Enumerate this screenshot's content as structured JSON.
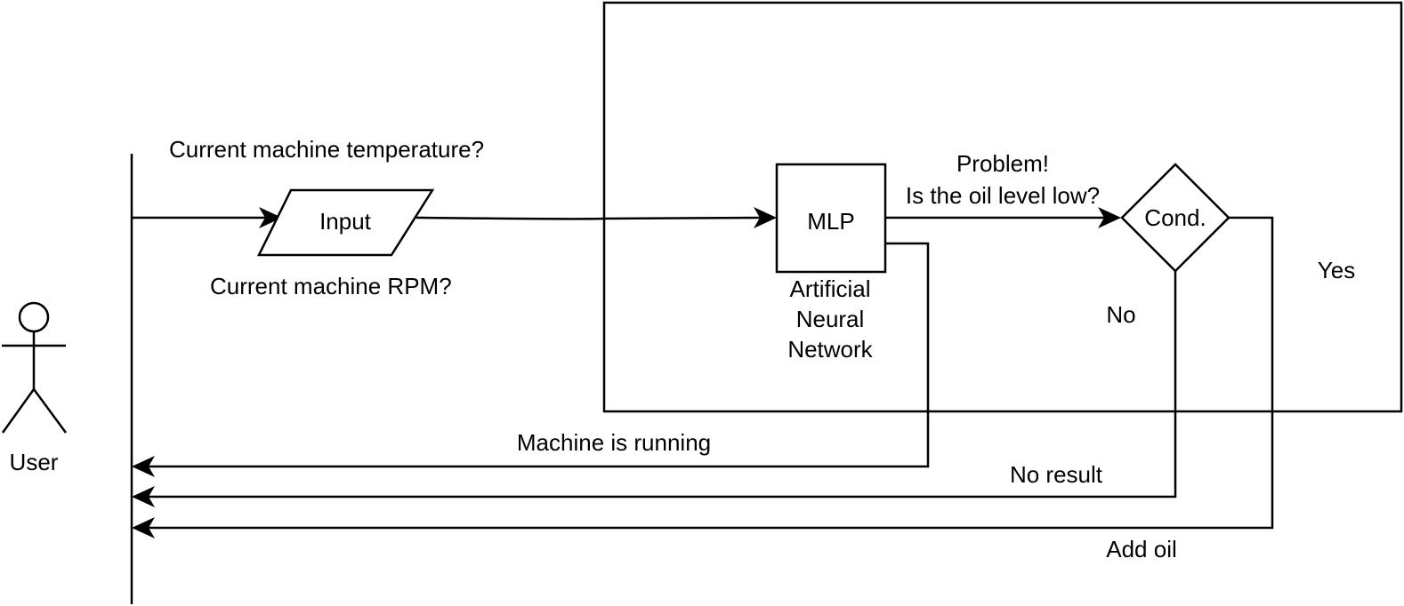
{
  "actor": {
    "label": "User"
  },
  "input_node": {
    "label": "Input"
  },
  "input_questions": {
    "temperature": "Current machine temperature?",
    "rpm": "Current machine RPM?"
  },
  "mlp_node": {
    "label": "MLP"
  },
  "mlp_caption": [
    "Artificial",
    "Neural",
    "Network"
  ],
  "problem_text": [
    "Problem!",
    "Is the oil level low?"
  ],
  "condition_node": {
    "label": "Cond."
  },
  "branch_labels": {
    "yes": "Yes",
    "no": "No"
  },
  "responses": {
    "running": "Machine is running",
    "no_result": "No result",
    "add_oil": "Add oil"
  }
}
